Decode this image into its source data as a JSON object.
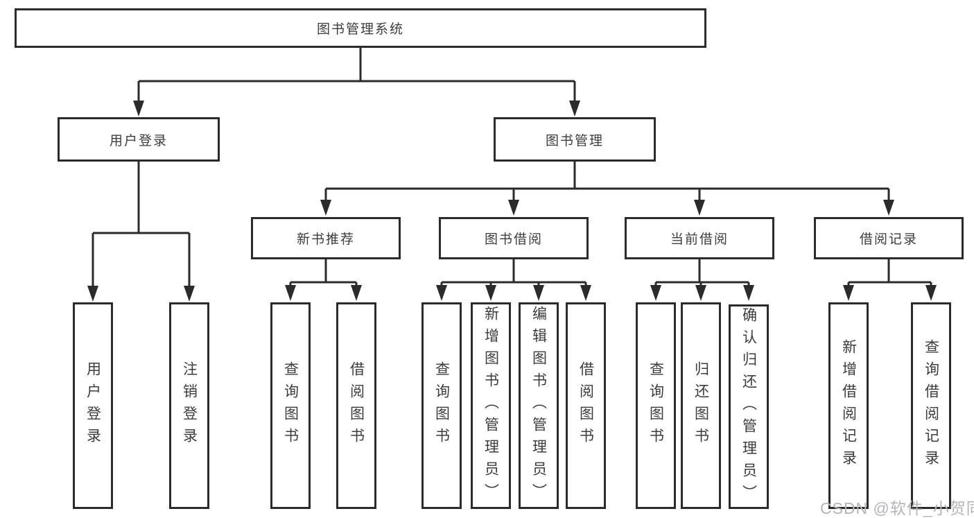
{
  "tree": {
    "root": {
      "label": "图书管理系统",
      "children": [
        {
          "label": "用户登录",
          "children": [
            {
              "label": "用户登录"
            },
            {
              "label": "注销登录"
            }
          ]
        },
        {
          "label": "图书管理",
          "children": [
            {
              "label": "新书推荐",
              "children": [
                {
                  "label": "查询图书"
                },
                {
                  "label": "借阅图书"
                }
              ]
            },
            {
              "label": "图书借阅",
              "children": [
                {
                  "label": "查询图书"
                },
                {
                  "label": "新增图书（管理员）"
                },
                {
                  "label": "编辑图书（管理员）"
                },
                {
                  "label": "借阅图书"
                }
              ]
            },
            {
              "label": "当前借阅",
              "children": [
                {
                  "label": "查询图书"
                },
                {
                  "label": "归还图书"
                },
                {
                  "label": "确认归还（管理员）"
                }
              ]
            },
            {
              "label": "借阅记录",
              "children": [
                {
                  "label": "新增借阅记录"
                },
                {
                  "label": "查询借阅记录"
                }
              ]
            }
          ]
        }
      ]
    }
  },
  "watermark": {
    "text": "CSDN @软件_小贺同学"
  },
  "colors": {
    "line": "#2b2b2b",
    "box_border": "#2b2b2b",
    "text": "#3c3c3c",
    "watermark": "#b4b4bc",
    "background": "#ffffff"
  }
}
